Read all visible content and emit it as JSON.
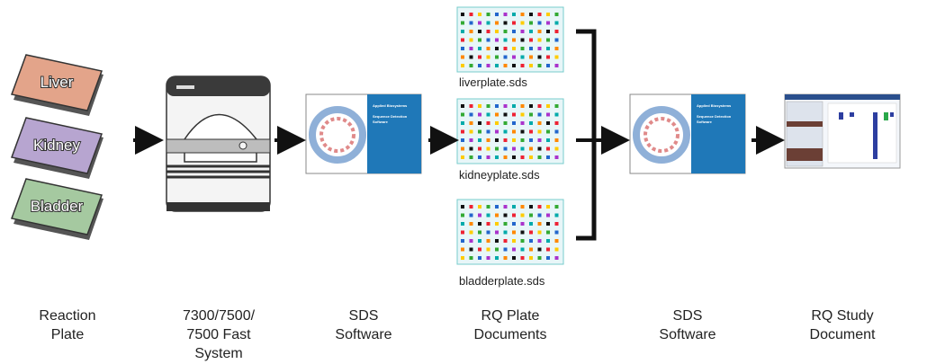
{
  "plates": {
    "liver": {
      "label": "Liver",
      "color": "#e3a48a"
    },
    "kidney": {
      "label": "Kidney",
      "color": "#b7a5d0"
    },
    "bladder": {
      "label": "Bladder",
      "color": "#a5c9a0"
    }
  },
  "files": {
    "liver": "liverplate.sds",
    "kidney": "kidneyplate.sds",
    "bladder": "bladderplate.sds"
  },
  "software_screen": {
    "brand": "Applied Biosystems",
    "title_line1": "Sequence Detection",
    "title_line2": "Software",
    "accent": "#1f78b8"
  },
  "steps": [
    {
      "id": "reaction-plate",
      "lines": [
        "Reaction",
        "Plate"
      ]
    },
    {
      "id": "system",
      "lines": [
        "7300/7500/",
        "7500 Fast",
        "System"
      ]
    },
    {
      "id": "sds-software-1",
      "lines": [
        "SDS",
        "Software"
      ]
    },
    {
      "id": "rq-plate-documents",
      "lines": [
        "RQ Plate",
        "Documents"
      ]
    },
    {
      "id": "sds-software-2",
      "lines": [
        "SDS",
        "Software"
      ]
    },
    {
      "id": "rq-study-document",
      "lines": [
        "RQ Study",
        "Document"
      ]
    }
  ]
}
